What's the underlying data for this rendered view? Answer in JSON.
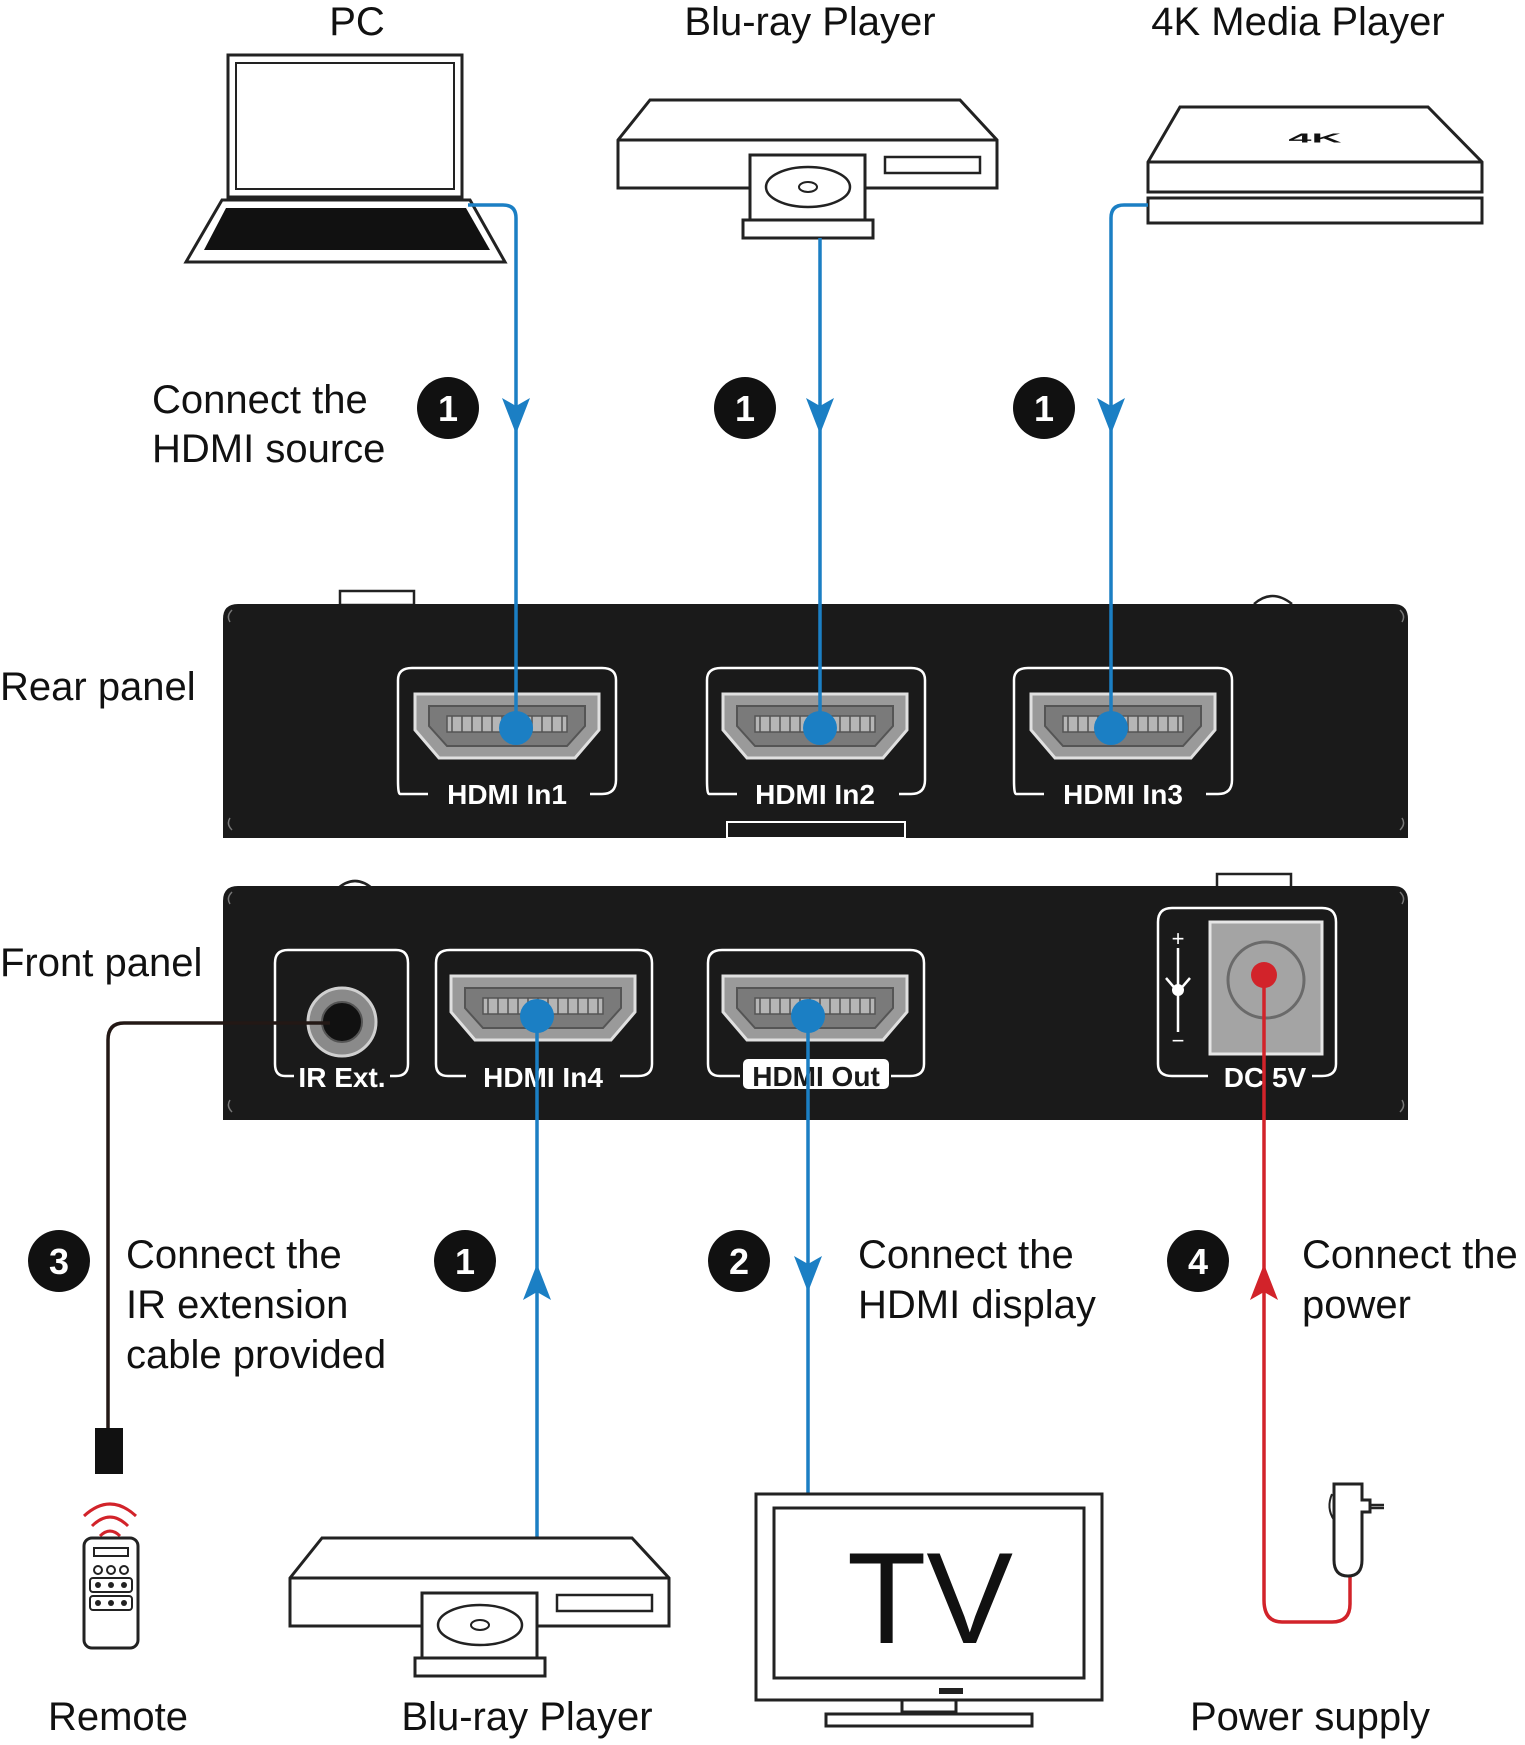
{
  "devices": {
    "pc": "PC",
    "bluray_top": "Blu-ray Player",
    "media_player": "4K Media Player",
    "media_player_logo": "4K",
    "remote": "Remote",
    "bluray_bottom": "Blu-ray Player",
    "tv": "TV",
    "power_supply": "Power supply"
  },
  "panels": {
    "rear": "Rear panel",
    "front": "Front panel"
  },
  "ports": {
    "hdmi_in1": "HDMI In1",
    "hdmi_in2": "HDMI In2",
    "hdmi_in3": "HDMI In3",
    "ir_ext": "IR Ext.",
    "hdmi_in4": "HDMI In4",
    "hdmi_out": "HDMI Out",
    "dc_5v": "DC 5V",
    "dc_plus": "+",
    "dc_minus": "−"
  },
  "steps": {
    "connect_source": {
      "number": "1",
      "line1": "Connect the",
      "line2": "HDMI source"
    },
    "connect_display": {
      "number": "2",
      "line1": "Connect the",
      "line2": "HDMI display"
    },
    "connect_ir": {
      "number": "3",
      "line1": "Connect the",
      "line2": "IR extension",
      "line3": "cable provided"
    },
    "connect_power": {
      "number": "4",
      "line1": "Connect the",
      "line2": "power"
    }
  },
  "colors": {
    "hdmi_cable": "#1b7fc4",
    "power_cable": "#d2232a",
    "ir_cable": "#231815",
    "panel": "#1a1a1a",
    "badge": "#111111"
  }
}
